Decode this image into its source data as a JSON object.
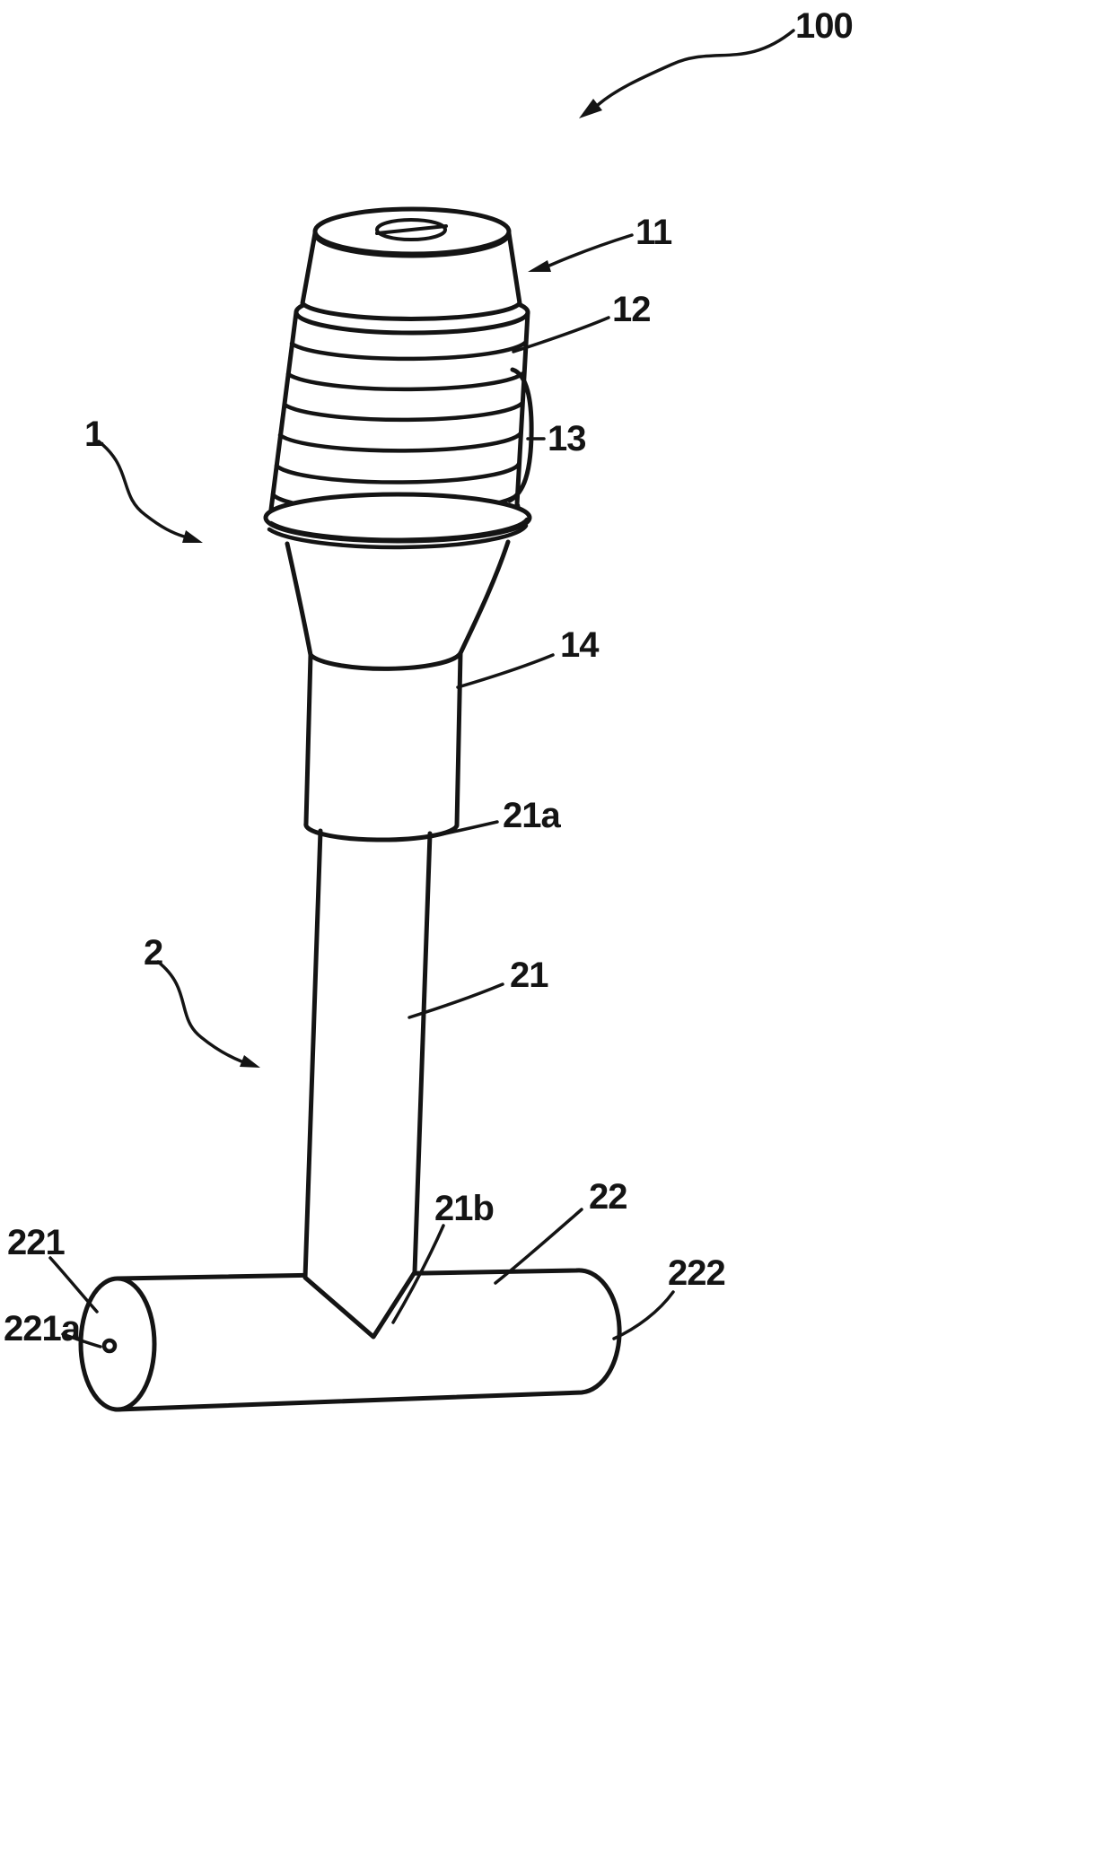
{
  "figure": {
    "ink_color": "#141414",
    "background_color": "#ffffff"
  },
  "labels": [
    {
      "id": "ref-100",
      "text": "100"
    },
    {
      "id": "ref-11",
      "text": "11"
    },
    {
      "id": "ref-12",
      "text": "12"
    },
    {
      "id": "ref-13",
      "text": "13"
    },
    {
      "id": "ref-1",
      "text": "1"
    },
    {
      "id": "ref-14",
      "text": "14"
    },
    {
      "id": "ref-21a",
      "text": "21a"
    },
    {
      "id": "ref-2",
      "text": "2"
    },
    {
      "id": "ref-21",
      "text": "21"
    },
    {
      "id": "ref-21b",
      "text": "21b"
    },
    {
      "id": "ref-22",
      "text": "22"
    },
    {
      "id": "ref-221",
      "text": "221"
    },
    {
      "id": "ref-221a",
      "text": "221a"
    },
    {
      "id": "ref-222",
      "text": "222"
    }
  ]
}
